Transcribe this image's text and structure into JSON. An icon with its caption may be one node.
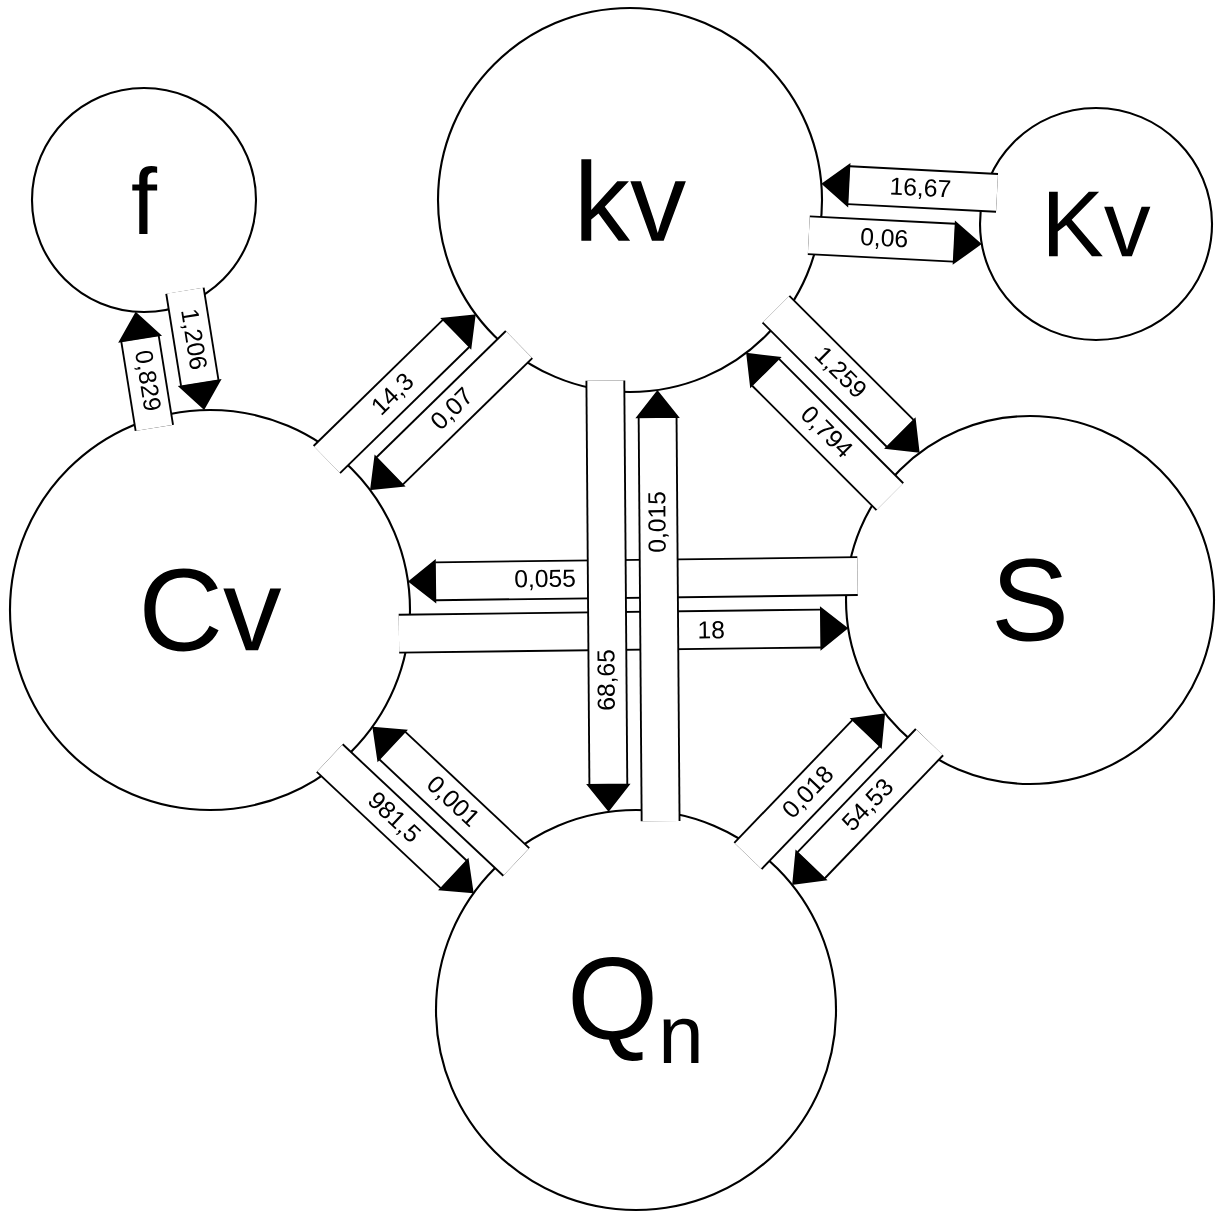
{
  "diagram": {
    "nodes": [
      {
        "text": [
          "f"
        ]
      },
      {
        "text": [
          "kv"
        ]
      },
      {
        "text": [
          "Kv"
        ]
      },
      {
        "text": [
          "Cv"
        ]
      },
      {
        "text": [
          "S"
        ]
      },
      {
        "text": [
          "Q$_{n}$"
        ]
      }
    ],
    "edges": [
      {
        "from": 0,
        "to": 3,
        "arrow": "to",
        "label": "1,206"
      },
      {
        "from": 3,
        "to": 0,
        "arrow": "to",
        "label": "0,829"
      },
      {
        "from": 1,
        "to": 3,
        "arrow": "to",
        "label": "0,07"
      },
      {
        "from": 3,
        "to": 1,
        "arrow": "to",
        "label": "14,3"
      },
      {
        "from": 2,
        "to": 1,
        "arrow": "to",
        "label": "16,67"
      },
      {
        "from": 1,
        "to": 2,
        "arrow": "to",
        "label": "0,06"
      },
      {
        "from": 1,
        "to": 4,
        "arrow": "to",
        "label": "1,259"
      },
      {
        "from": 4,
        "to": 1,
        "arrow": "to",
        "label": "0,794"
      },
      {
        "from": 4,
        "to": 3,
        "arrow": "to",
        "label": "0,055"
      },
      {
        "from": 3,
        "to": 4,
        "arrow": "to",
        "label": "18"
      },
      {
        "from": 5,
        "to": 1,
        "arrow": "to",
        "label": "0,015"
      },
      {
        "from": 1,
        "to": 5,
        "arrow": "to",
        "label": "68,65"
      },
      {
        "from": 5,
        "to": 3,
        "arrow": "to",
        "label": "0,001"
      },
      {
        "from": 3,
        "to": 5,
        "arrow": "to",
        "label": "981,5"
      },
      {
        "from": 4,
        "to": 5,
        "arrow": "to",
        "label": "54,53"
      },
      {
        "from": 5,
        "to": 4,
        "arrow": "to",
        "label": "0,018"
      }
    ]
  }
}
